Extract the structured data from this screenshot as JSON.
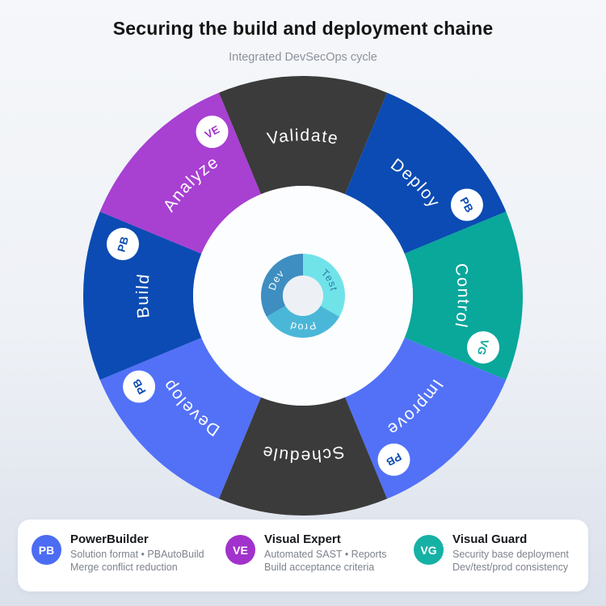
{
  "header": {
    "title": "Securing the build and deployment chaine",
    "subtitle": "Integrated DevSecOps cycle"
  },
  "wheel": {
    "label_color": "#ffffff",
    "badge_bg": "#ffffff",
    "segments": [
      {
        "label": "Validate",
        "color": "#3b3b3b",
        "badge": null,
        "badge_color": null
      },
      {
        "label": "Deploy",
        "color": "#0b4bb3",
        "badge": "PB",
        "badge_color": "#0b4bb3"
      },
      {
        "label": "Control",
        "color": "#0aa79b",
        "badge": "VG",
        "badge_color": "#0aa79b"
      },
      {
        "label": "Improve",
        "color": "#5271f7",
        "badge": "PB",
        "badge_color": "#0b4bb3"
      },
      {
        "label": "Schedule",
        "color": "#3b3b3b",
        "badge": null,
        "badge_color": null
      },
      {
        "label": "Develop",
        "color": "#5271f7",
        "badge": "PB",
        "badge_color": "#0b4bb3"
      },
      {
        "label": "Build",
        "color": "#0b4bb3",
        "badge": "PB",
        "badge_color": "#0b4bb3"
      },
      {
        "label": "Analyze",
        "color": "#a840d2",
        "badge": "VE",
        "badge_color": "#a232cc"
      }
    ]
  },
  "inner_cycle": {
    "segments": [
      {
        "label": "Test",
        "color": "#70e3e9",
        "text_color": "#2b7ca6"
      },
      {
        "label": "Prod",
        "color": "#4ab7d8",
        "text_color": "#ffffff"
      },
      {
        "label": "Dev",
        "color": "#3e8ec1",
        "text_color": "#ffffff"
      }
    ]
  },
  "legend": {
    "items": [
      {
        "badge": "PB",
        "badge_color": "#4c6cf3",
        "title": "PowerBuilder",
        "line1": "Solution format • PBAutoBuild",
        "line2": "Merge conflict reduction"
      },
      {
        "badge": "VE",
        "badge_color": "#a232cc",
        "title": "Visual Expert",
        "line1": "Automated SAST • Reports",
        "line2": "Build acceptance criteria"
      },
      {
        "badge": "VG",
        "badge_color": "#16b1a5",
        "title": "Visual Guard",
        "line1": "Security base deployment",
        "line2": "Dev/test/prod consistency"
      }
    ]
  }
}
